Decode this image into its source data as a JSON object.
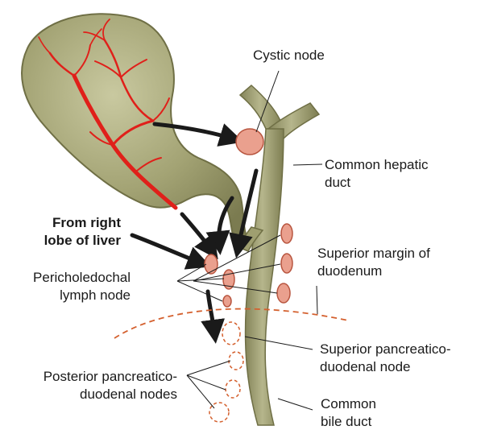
{
  "labels": {
    "cystic_node": "Cystic node",
    "common_hepatic_duct": [
      "Common hepatic",
      "duct"
    ],
    "from_right_lobe": [
      "From right",
      "lobe of liver"
    ],
    "superior_margin": [
      "Superior margin of",
      "duodenum"
    ],
    "pericholedochal": [
      "Pericholedochal",
      "lymph node"
    ],
    "superior_pancreaticoduodenal": [
      "Superior pancreatico-",
      "duodenal node"
    ],
    "posterior_pancreaticoduodenal": [
      "Posterior pancreatico-",
      "duodenal nodes"
    ],
    "common_bile_duct": [
      "Common",
      "bile duct"
    ]
  },
  "colors": {
    "organ_fill": "#9a9a68",
    "organ_stroke": "#6f6f45",
    "artery": "#e0201a",
    "node_fill": "#eaa08e",
    "node_stroke": "#b8553f",
    "dashed": "#d4602e",
    "arrow": "#1a1a1a"
  }
}
